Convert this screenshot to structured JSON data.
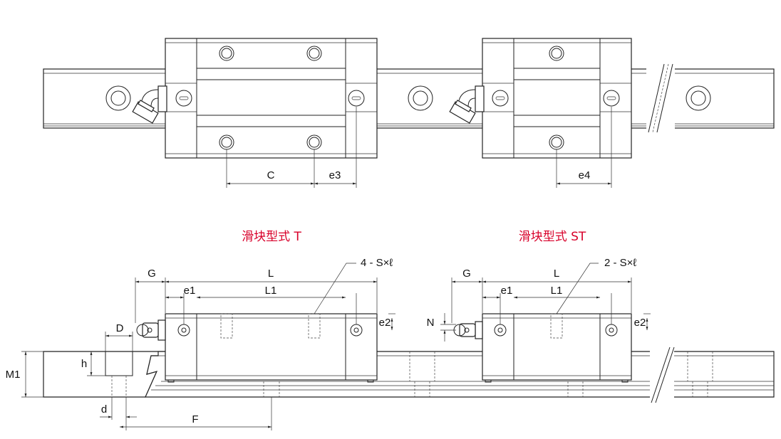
{
  "diagram": {
    "titles": {
      "block_type_t": "滑块型式 T",
      "block_type_st": "滑块型式 ST",
      "title_color": "#d8002a"
    },
    "top_view_dims": {
      "C": "C",
      "e3": "e3",
      "e4": "e4"
    },
    "side_view_t_dims": {
      "G": "G",
      "L": "L",
      "e1": "e1",
      "L1": "L1",
      "e2": "e2",
      "D": "D",
      "h": "h",
      "M1": "M1",
      "d": "d",
      "F": "F",
      "thread_callout": "4 - S×ℓ"
    },
    "side_view_st_dims": {
      "G": "G",
      "L": "L",
      "e1": "e1",
      "L1": "L1",
      "e2": "e2",
      "N": "N",
      "thread_callout": "2 - S×ℓ"
    }
  }
}
